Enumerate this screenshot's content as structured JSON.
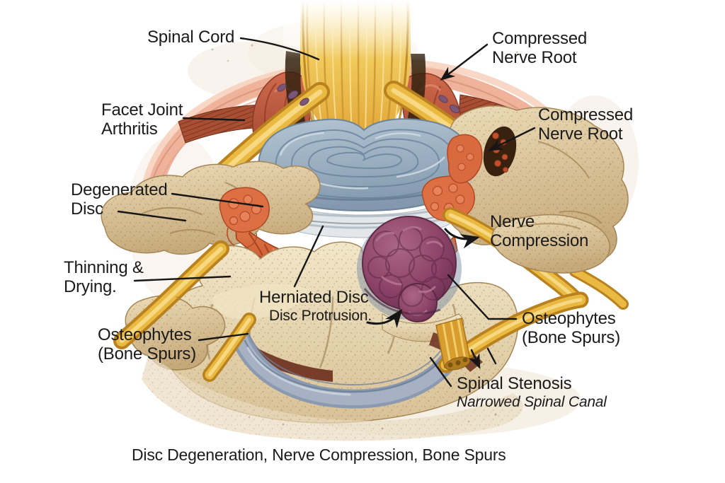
{
  "page": {
    "background": "#ffffff"
  },
  "illustration": {
    "caption": "Disc Degeneration, Nerve Compression, Bone Spurs",
    "colors": {
      "bone": "#d8c19a",
      "disc_nucleus": "#96aabe",
      "disc_annulus": "#e2e6ea",
      "degenerated_fibers": "#d06236",
      "nerve_yellow": "#e9b942",
      "muscle_red": "#bf5b42",
      "soft_tissue_pink": "#efb39c",
      "herniation_purple": "#8c4367",
      "spinal_canal_blue": "#8b9ab1",
      "label_text": "#1b1b1b"
    },
    "labels": {
      "spinal_cord": {
        "text": "Spinal Cord"
      },
      "compressed_nerve_root_top": {
        "line1": "Compressed",
        "line2": "Nerve Root"
      },
      "facet_joint_arthritis": {
        "line1": "Facet Joint",
        "line2": "Arthritis"
      },
      "compressed_nerve_root_right": {
        "line1": "Compressed",
        "line2": "Nerve Root"
      },
      "degenerated_disc": {
        "line1": "Degenerated",
        "line2": "Disc"
      },
      "nerve_compression": {
        "line1": "Nerve",
        "line2": "Compression"
      },
      "thinning_drying": {
        "line1": "Thinning &",
        "line2": "Drying."
      },
      "herniated_disc": {
        "title": "Herniated Disc",
        "subtitle": "Disc Protrusion."
      },
      "osteophytes_left": {
        "line1": "Osteophytes",
        "line2": "(Bone Spurs)"
      },
      "osteophytes_right": {
        "line1": "Osteophytes",
        "line2": "(Bone Spurs)"
      },
      "spinal_stenosis": {
        "title": "Spinal Stenosis",
        "subtitle": "Narrowed Spinal Canal"
      }
    }
  }
}
